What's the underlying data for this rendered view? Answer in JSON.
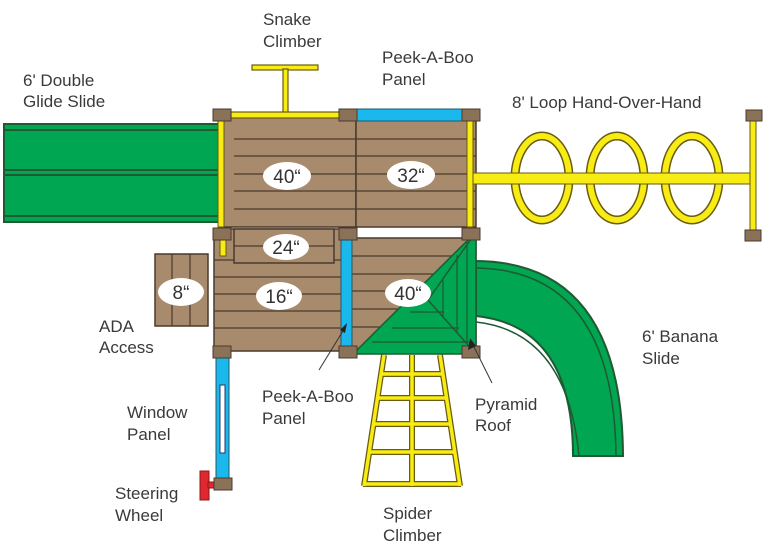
{
  "title": "Playset Top-View Layout",
  "colors": {
    "wood": "#a88a6c",
    "wood_dark": "#4a3a2c",
    "post": "#8a7258",
    "slide_green": "#00a651",
    "slide_green_dark": "#1f5a33",
    "yellow": "#f7ec13",
    "yellow_outline": "#6a5a10",
    "blue": "#1ab8ec",
    "red": "#e0262f",
    "label_text": "#3a3a3a"
  },
  "labels": {
    "snake_climber": [
      "Snake",
      "Climber"
    ],
    "double_glide_slide": [
      "6' Double",
      "Glide Slide"
    ],
    "peek_a_boo_top": [
      "Peek-A-Boo",
      "Panel"
    ],
    "loop_hand_over_hand": [
      "8' Loop Hand-Over-Hand"
    ],
    "ada_access": [
      "ADA",
      "Access"
    ],
    "window_panel": [
      "Window",
      "Panel"
    ],
    "steering_wheel": [
      "Steering",
      "Wheel"
    ],
    "peek_a_boo_bottom": [
      "Peek-A-Boo",
      "Panel"
    ],
    "pyramid_roof": [
      "Pyramid",
      "Roof"
    ],
    "spider_climber": [
      "Spider",
      "Climber"
    ],
    "banana_slide": [
      "6' Banana",
      "Slide"
    ]
  },
  "deck_heights": {
    "upper_left": "40“",
    "upper_right": "32“",
    "step": "24“",
    "lower_left": "16“",
    "lower_right": "40“",
    "ada": "8“"
  }
}
